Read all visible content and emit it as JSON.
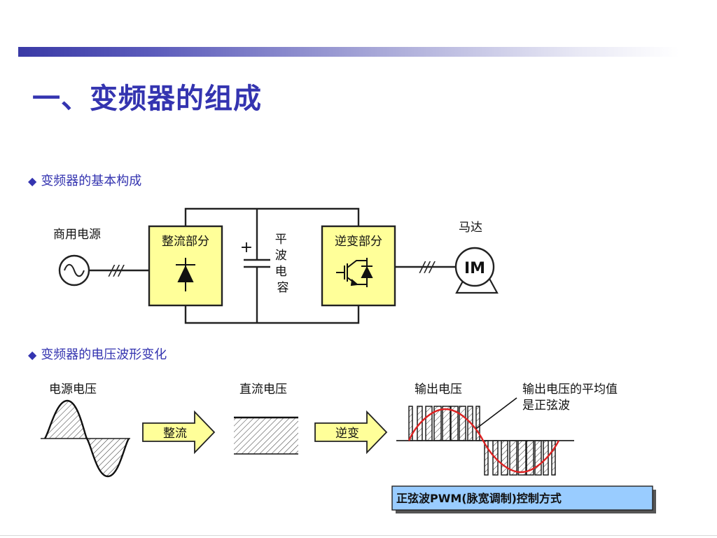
{
  "title": "一、变频器的组成",
  "section1": {
    "bullet": "◆",
    "text": "变频器的基本构成"
  },
  "section2": {
    "bullet": "◆",
    "text": "变频器的电压波形变化"
  },
  "circuit": {
    "source_label": "商用电源",
    "rectifier_label": "整流部分",
    "capacitor_plus": "+",
    "capacitor_label": [
      "平",
      "波",
      "电",
      "容"
    ],
    "inverter_label": "逆变部分",
    "motor_label": "马达",
    "motor_text": "IM",
    "phase_marks": "///"
  },
  "waveforms": {
    "source_voltage": "电源电压",
    "dc_voltage": "直流电压",
    "output_voltage": "输出电压",
    "rectify_arrow": "整流",
    "invert_arrow": "逆变",
    "note_line1": "输出电压的平均值",
    "note_line2": "是正弦波",
    "pwm_box": "正弦波PWM(脉宽调制)控制方式"
  },
  "colors": {
    "title_blue": "#3434b0",
    "block_fill": "#ffff99",
    "pwm_box_fill": "#99ccff",
    "sine_red": "#dd2222"
  }
}
